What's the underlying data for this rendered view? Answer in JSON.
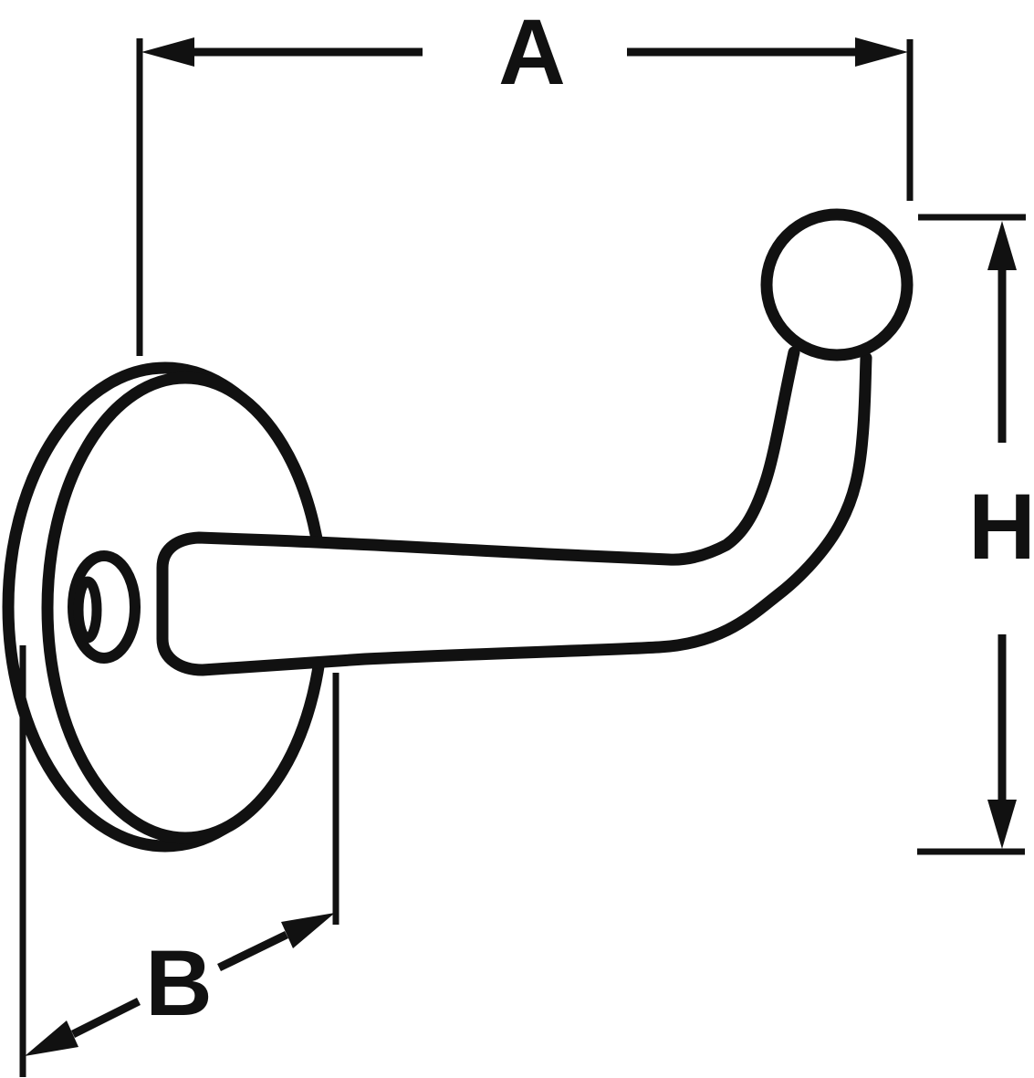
{
  "dimensions": {
    "a": {
      "label": "A"
    },
    "b": {
      "label": "B"
    },
    "h": {
      "label": "H"
    }
  },
  "colors": {
    "line": "#111111",
    "background": "#ffffff"
  }
}
